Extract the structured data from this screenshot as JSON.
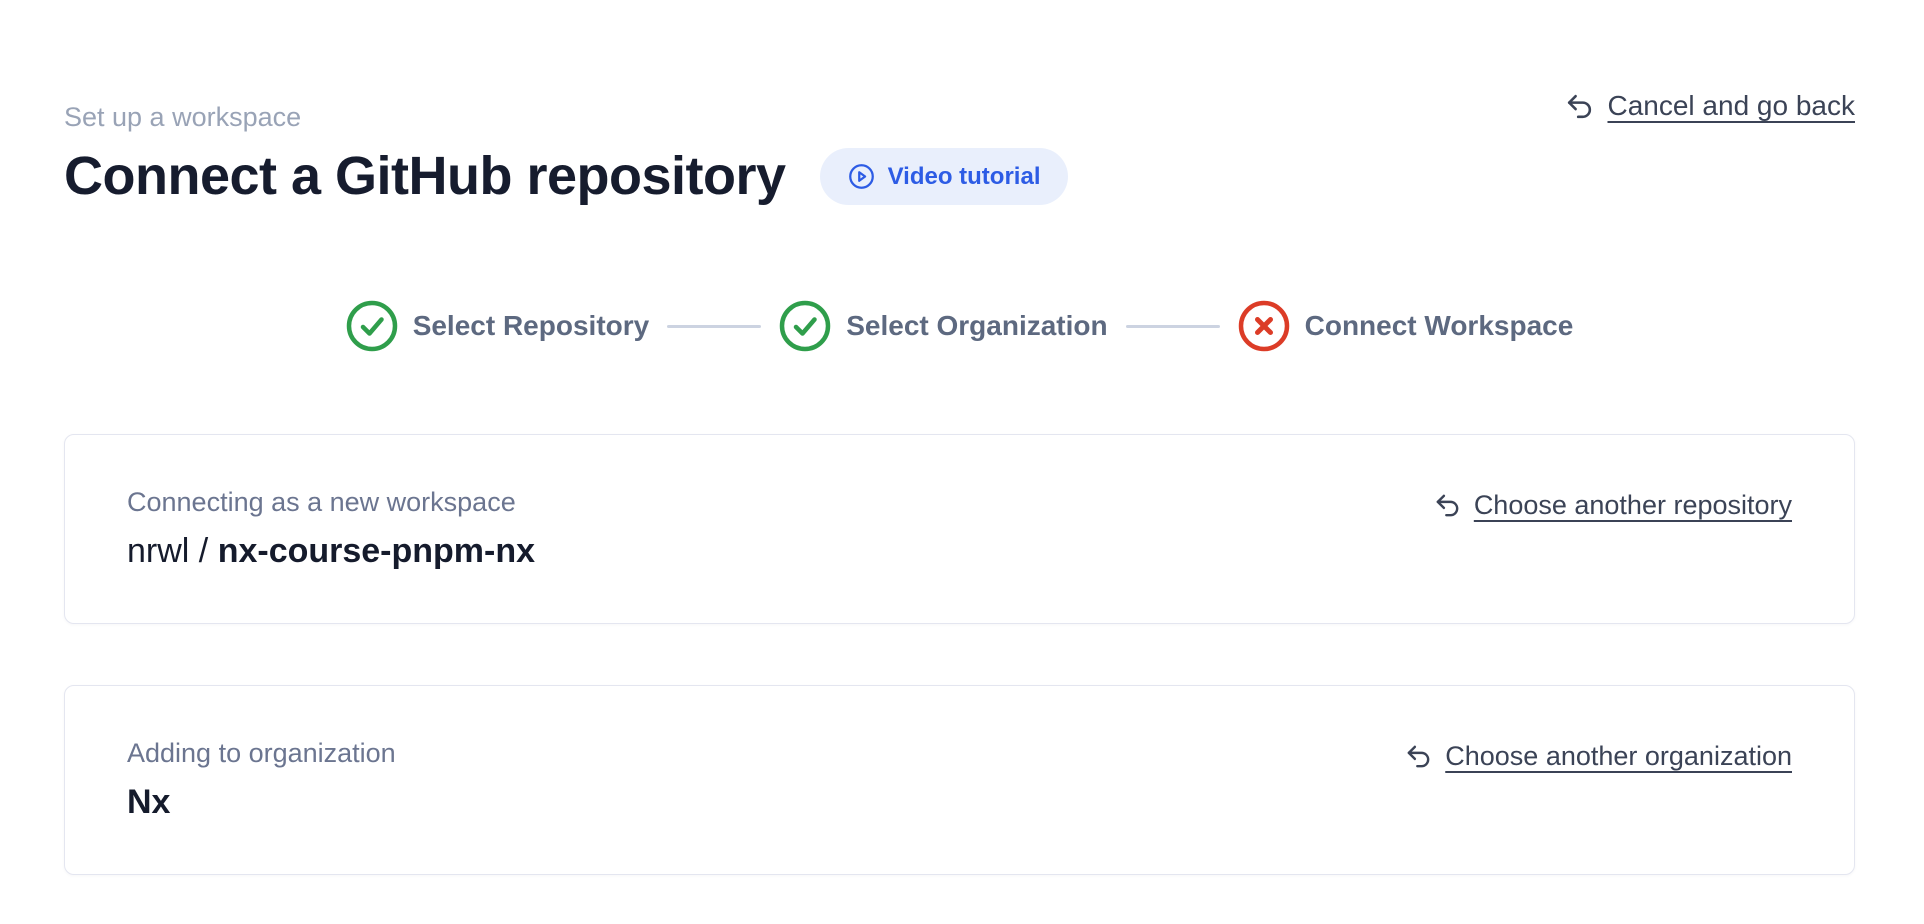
{
  "page": {
    "eyebrow": "Set up a workspace",
    "title": "Connect a GitHub repository",
    "video_tutorial_label": "Video tutorial",
    "cancel_link_label": "Cancel and go back"
  },
  "stepper": {
    "steps": [
      {
        "label": "Select Repository",
        "status": "complete",
        "icon": "check-circle-icon"
      },
      {
        "label": "Select Organization",
        "status": "complete",
        "icon": "check-circle-icon"
      },
      {
        "label": "Connect Workspace",
        "status": "error",
        "icon": "x-circle-icon"
      }
    ]
  },
  "cards": {
    "repository": {
      "label": "Connecting as a new workspace",
      "owner": "nrwl / ",
      "repo": "nx-course-pnpm-nx",
      "action_label": "Choose another repository"
    },
    "organization": {
      "label": "Adding to organization",
      "name": "Nx",
      "action_label": "Choose another organization"
    }
  },
  "icons": {
    "video_tutorial": "circle-play-icon",
    "back_links": "undo-arrow-icon",
    "step_complete": "check-circle-icon",
    "step_error": "x-circle-icon"
  },
  "colors": {
    "accent_blue": "#2d5ce5",
    "pill_background": "#e9effc",
    "success_green": "#2f9e4b",
    "error_red": "#dc3c27",
    "heading_text": "#161c2e",
    "muted_label": "#6b7590",
    "eyebrow_text": "#99a3b6",
    "step_label": "#5d6980",
    "connector_gray": "#ccd3e1",
    "card_border": "#e4e6f0",
    "link_text": "#3b4356"
  }
}
